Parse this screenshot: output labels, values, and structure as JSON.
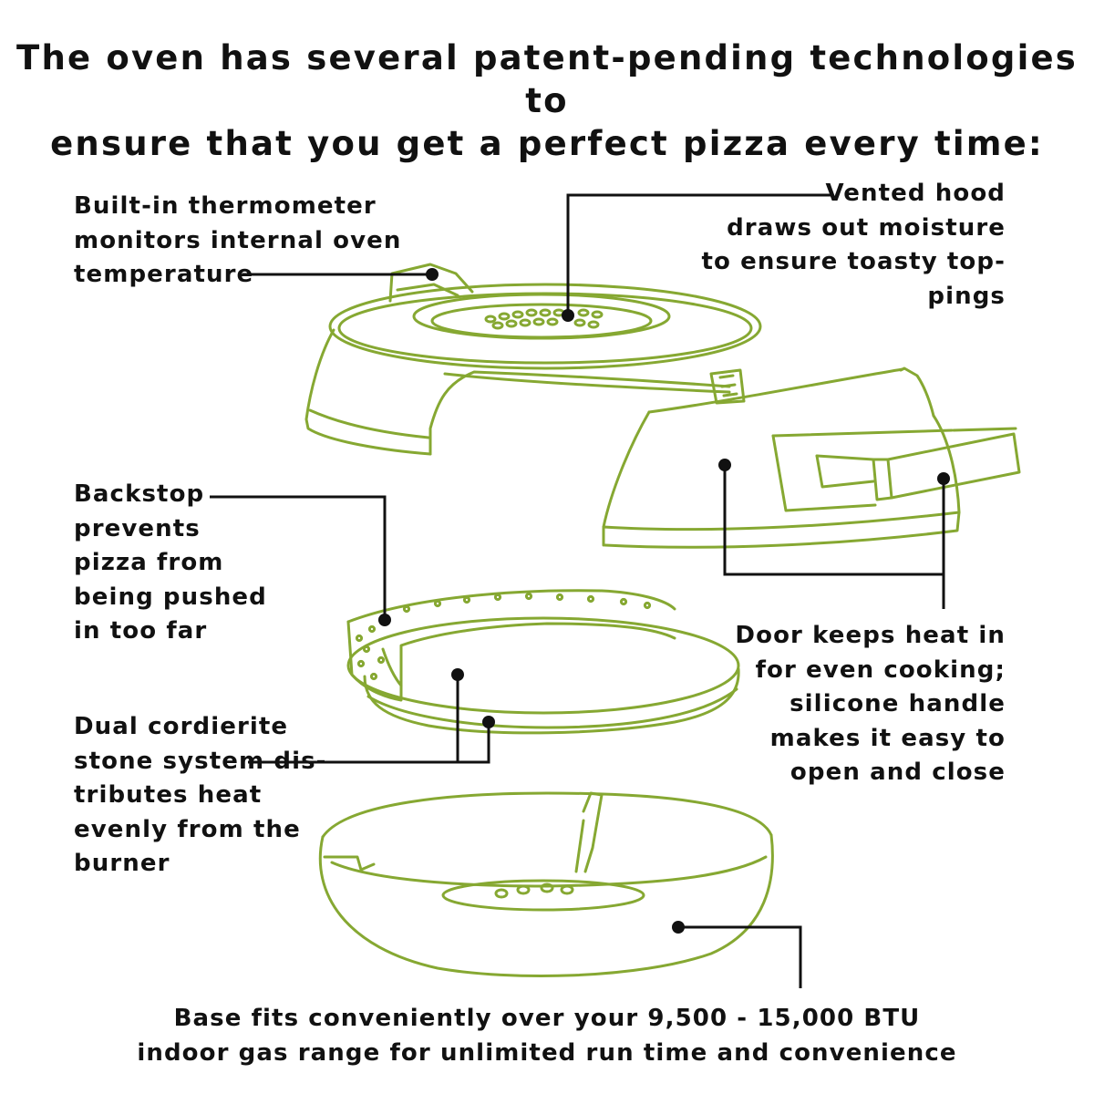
{
  "title": {
    "line1": "The oven has several patent-pending technologies to",
    "line2": "ensure that you get a perfect pizza every time:"
  },
  "callouts": {
    "thermometer": [
      "Built-in thermometer",
      "monitors internal oven",
      "temperature"
    ],
    "vented_hood": [
      "Vented hood",
      "draws out moisture",
      "to ensure toasty top-",
      "pings"
    ],
    "backstop": [
      "Backstop",
      "prevents",
      "pizza from",
      "being pushed",
      "in too far"
    ],
    "door": [
      "Door keeps heat in",
      "for even cooking;",
      "silicone handle",
      "makes it easy to",
      "open and close"
    ],
    "stone": [
      "Dual cordierite",
      "stone system dis-",
      "tributes heat",
      "evenly from the",
      "burner"
    ],
    "base": [
      "Base fits conveniently over your 9,500 - 15,000 BTU",
      "indoor gas range for unlimited run time and convenience"
    ]
  },
  "colors": {
    "illustration": "#86a832",
    "text": "#111111",
    "leader": "#111111"
  }
}
